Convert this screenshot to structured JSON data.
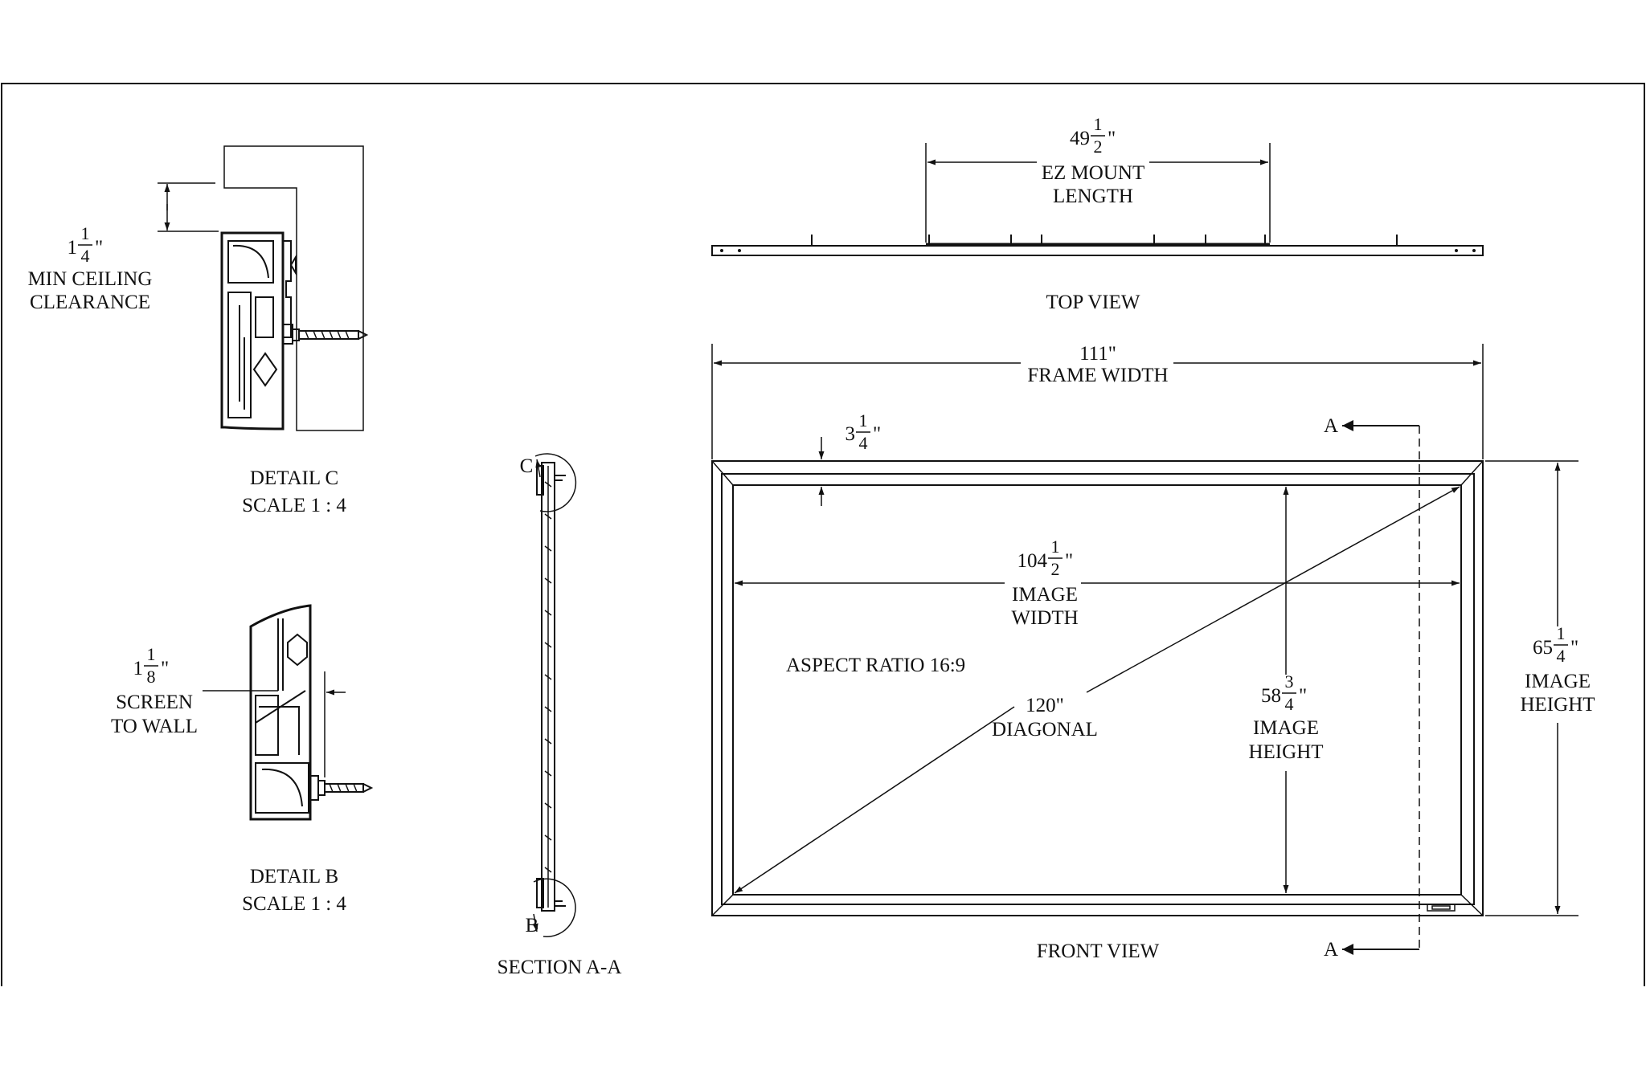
{
  "labels": {
    "detail_c": "DETAIL C",
    "detail_c_scale": "SCALE 1 : 4",
    "detail_b": "DETAIL B",
    "detail_b_scale": "SCALE 1 : 4",
    "section": "SECTION A-A",
    "top_view": "TOP VIEW",
    "front_view": "FRONT VIEW",
    "aspect": "ASPECT RATIO 16:9",
    "callout_c": "C",
    "callout_b": "B",
    "section_a_top": "A",
    "section_a_bottom": "A"
  },
  "dims": {
    "ceiling": {
      "whole": "1",
      "num": "1",
      "den": "4",
      "mark": "\"",
      "l1": "MIN CEILING",
      "l2": "CLEARANCE"
    },
    "wall": {
      "whole": "1",
      "num": "1",
      "den": "8",
      "mark": "\"",
      "l1": "SCREEN",
      "l2": "TO WALL"
    },
    "ezmount": {
      "whole": "49",
      "num": "1",
      "den": "2",
      "mark": "\"",
      "l1": "EZ MOUNT",
      "l2": "LENGTH"
    },
    "frame_width": {
      "value": "111\"",
      "l1": "FRAME WIDTH"
    },
    "border": {
      "whole": "3",
      "num": "1",
      "den": "4",
      "mark": "\""
    },
    "image_width": {
      "whole": "104",
      "num": "1",
      "den": "2",
      "mark": "\"",
      "l1": "IMAGE",
      "l2": "WIDTH"
    },
    "diagonal": {
      "value": "120\"",
      "l1": "DIAGONAL"
    },
    "inner_height": {
      "whole": "58",
      "num": "3",
      "den": "4",
      "mark": "\"",
      "l1": "IMAGE",
      "l2": "HEIGHT"
    },
    "outer_height": {
      "whole": "65",
      "num": "1",
      "den": "4",
      "mark": "\"",
      "l1": "IMAGE",
      "l2": "HEIGHT"
    }
  }
}
